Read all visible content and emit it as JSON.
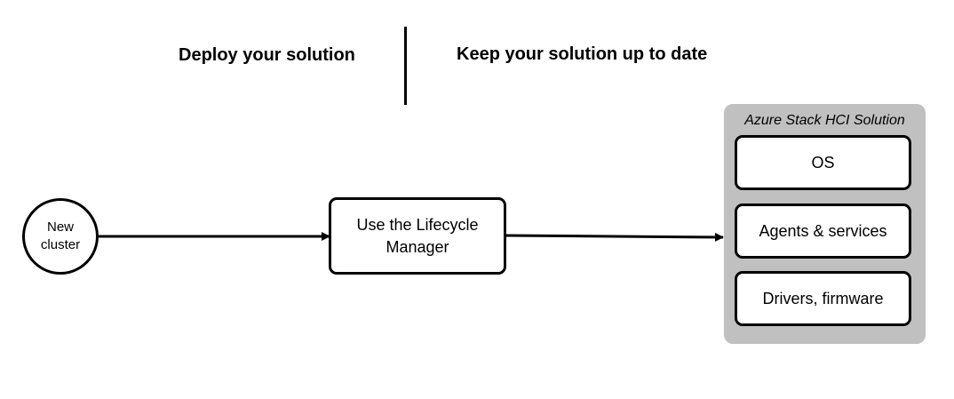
{
  "headings": {
    "deploy": "Deploy your solution",
    "keep_up_to_date": "Keep your solution up to date"
  },
  "start_node": {
    "line1": "New",
    "line2": "cluster"
  },
  "process_node": {
    "line1": "Use the Lifecycle",
    "line2": "Manager"
  },
  "solution": {
    "title": "Azure Stack HCI Solution",
    "components": [
      "OS",
      "Agents & services",
      "Drivers, firmware"
    ]
  },
  "colors": {
    "stroke": "#000000",
    "panel_background": "#c0c0c0",
    "box_background": "#ffffff"
  }
}
